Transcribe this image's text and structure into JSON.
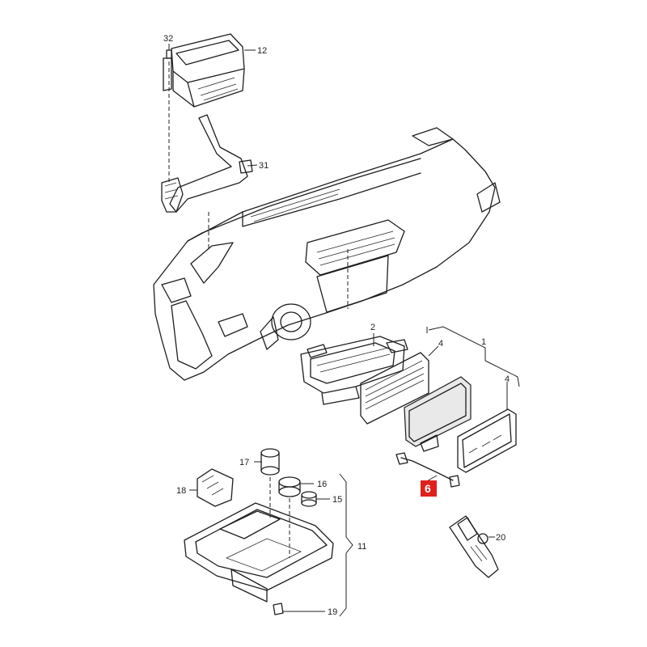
{
  "callouts": [
    {
      "id": "32",
      "label": "32"
    },
    {
      "id": "12",
      "label": "12"
    },
    {
      "id": "31",
      "label": "31"
    },
    {
      "id": "2",
      "label": "2"
    },
    {
      "id": "1",
      "label": "1"
    },
    {
      "id": "4a",
      "label": "4"
    },
    {
      "id": "4b",
      "label": "4"
    },
    {
      "id": "17",
      "label": "17"
    },
    {
      "id": "18",
      "label": "18"
    },
    {
      "id": "16",
      "label": "16"
    },
    {
      "id": "15",
      "label": "15"
    },
    {
      "id": "11",
      "label": "11"
    },
    {
      "id": "19",
      "label": "19"
    },
    {
      "id": "20",
      "label": "20"
    }
  ],
  "highlight": {
    "label": "6",
    "color": "#e0201b"
  },
  "colors": {
    "line": "#1e1e1e",
    "background": "#ffffff"
  }
}
